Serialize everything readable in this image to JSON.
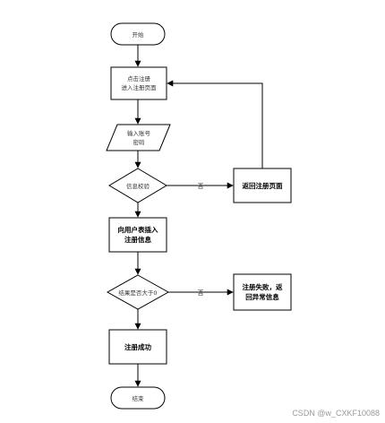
{
  "nodes": {
    "start": {
      "label": "开始"
    },
    "click_register": {
      "line1": "点击注册",
      "line2": "进入注册页面"
    },
    "input_account": {
      "line1": "输入账号",
      "line2": "密码"
    },
    "info_check": {
      "label": "信息校验"
    },
    "return_register_page": {
      "label": "返回注册页面"
    },
    "insert_info": {
      "line1": "向用户表插入",
      "line2": "注册信息"
    },
    "affected_gt_zero": {
      "label": "结果是否大于0"
    },
    "register_fail": {
      "line1": "注册失败，返",
      "line2": "回异常信息"
    },
    "register_success": {
      "label": "注册成功"
    },
    "end": {
      "label": "结束"
    }
  },
  "edges": {
    "check_no": {
      "label": "否"
    },
    "result_no": {
      "label": "否"
    }
  },
  "watermark": "CSDN @w_CXKF10088"
}
